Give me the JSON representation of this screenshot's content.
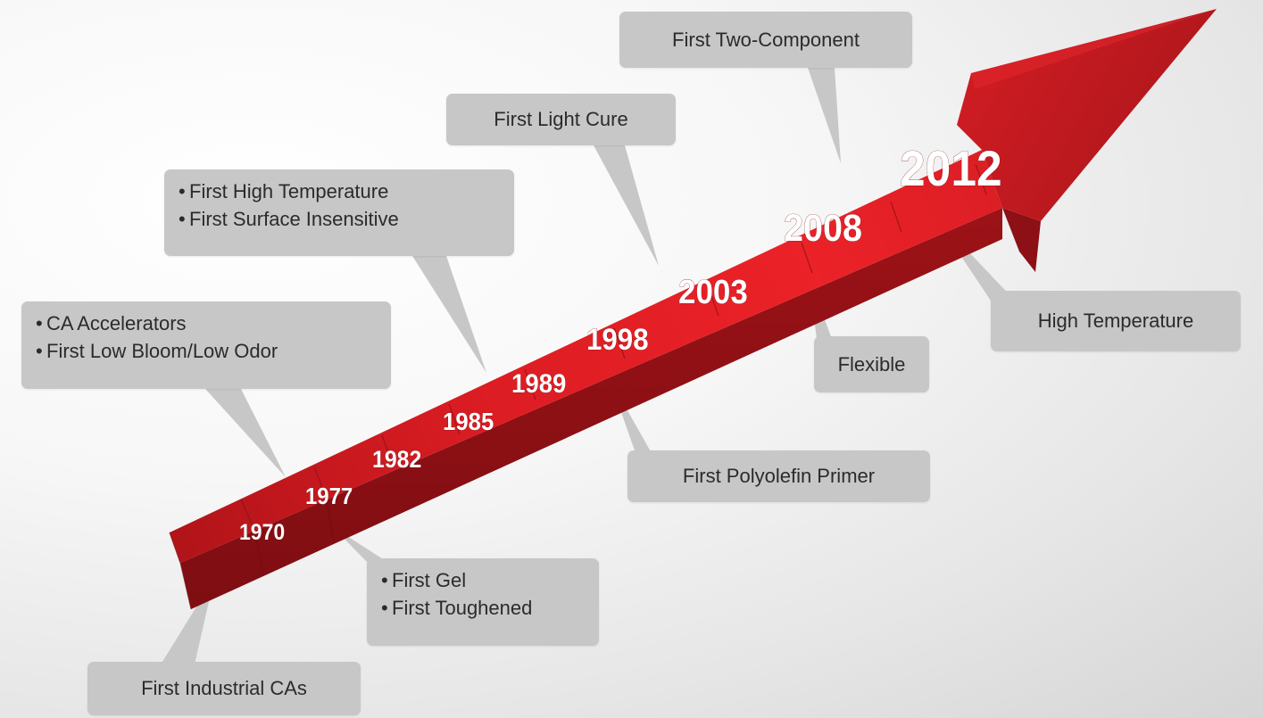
{
  "years": [
    "1970",
    "1977",
    "1982",
    "1985",
    "1989",
    "1998",
    "2003",
    "2008",
    "2012"
  ],
  "callouts": {
    "industrial": "First Industrial CAs",
    "accelerators": {
      "items": [
        "CA Accelerators",
        "First Low Bloom/Low Odor"
      ]
    },
    "gel": {
      "items": [
        "First Gel",
        "First Toughened"
      ]
    },
    "high_temp_first": {
      "items": [
        "First High Temperature",
        "First Surface Insensitive"
      ]
    },
    "light_cure": "First Light Cure",
    "polyolefin": "First Polyolefin Primer",
    "two_component": "First Two-Component",
    "flexible": "Flexible",
    "high_temp": "High Temperature"
  },
  "colors": {
    "arrow_top": "#e51f25",
    "arrow_dark": "#b3171d",
    "arrow_side": "#8f1116",
    "callout_bg": "#c7c7c7",
    "text": "#2b2b2b",
    "year_text": "#ffffff"
  }
}
